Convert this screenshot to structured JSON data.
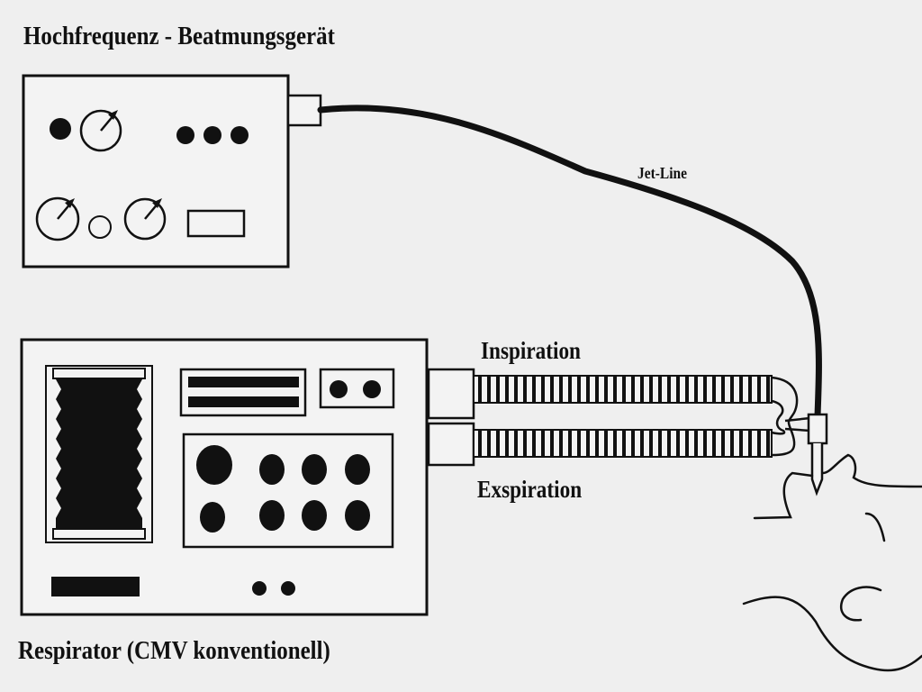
{
  "hf_device": {
    "title": "Hochfrequenz - Beatmungsgerät"
  },
  "jet_line": {
    "label": "Jet-Line"
  },
  "tubes": {
    "inspiration_label": "Inspiration",
    "exspiration_label": "Exspiration"
  },
  "respirator": {
    "title": "Respirator (CMV konventionell)"
  },
  "colors": {
    "ink": "#111111",
    "paper": "#efefef",
    "panel": "#f3f3f3"
  }
}
